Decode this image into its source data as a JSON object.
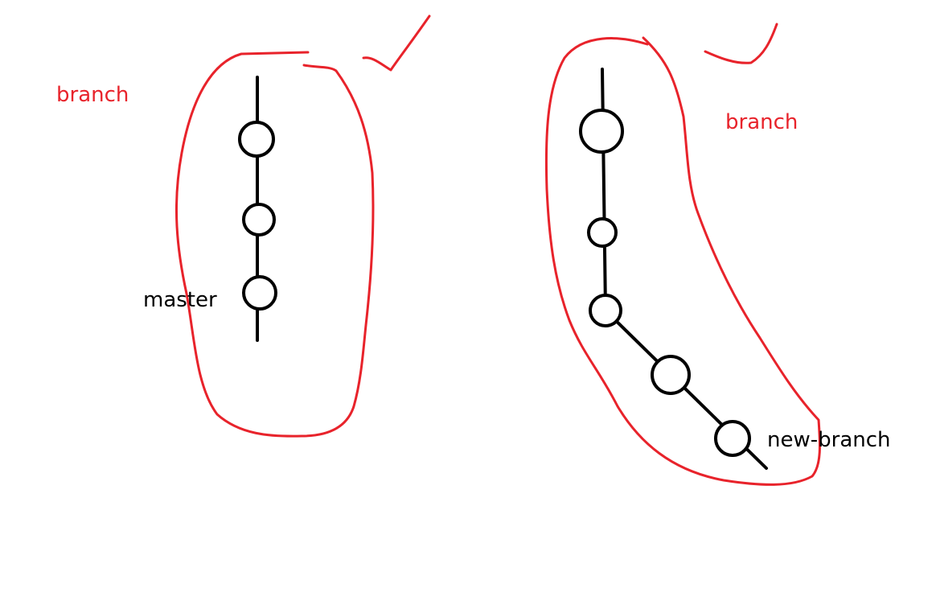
{
  "colors": {
    "annotation": "#e8232b",
    "ink": "#000000",
    "background": "#ffffff"
  },
  "left_group": {
    "group_label": "branch",
    "branch_label": "master",
    "commit_count": 3
  },
  "right_group": {
    "group_label": "branch",
    "branch_label": "new-branch",
    "commit_count": 5
  }
}
